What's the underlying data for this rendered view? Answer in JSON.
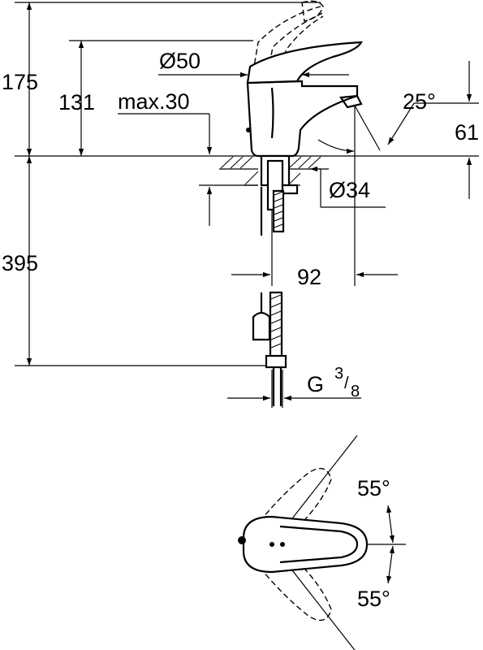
{
  "dimensions": {
    "total_height": "175",
    "spout_height": "131",
    "max_deck": "max.30",
    "lever_diameter": "Ø50",
    "hole_diameter": "Ø34",
    "spout_reach": "92",
    "spout_angle": "25°",
    "spout_to_deck": "61",
    "hose_length": "395",
    "thread_prefix": "G",
    "thread_num": "3",
    "thread_den": "8",
    "swing_left": "55°",
    "swing_right": "55°"
  }
}
